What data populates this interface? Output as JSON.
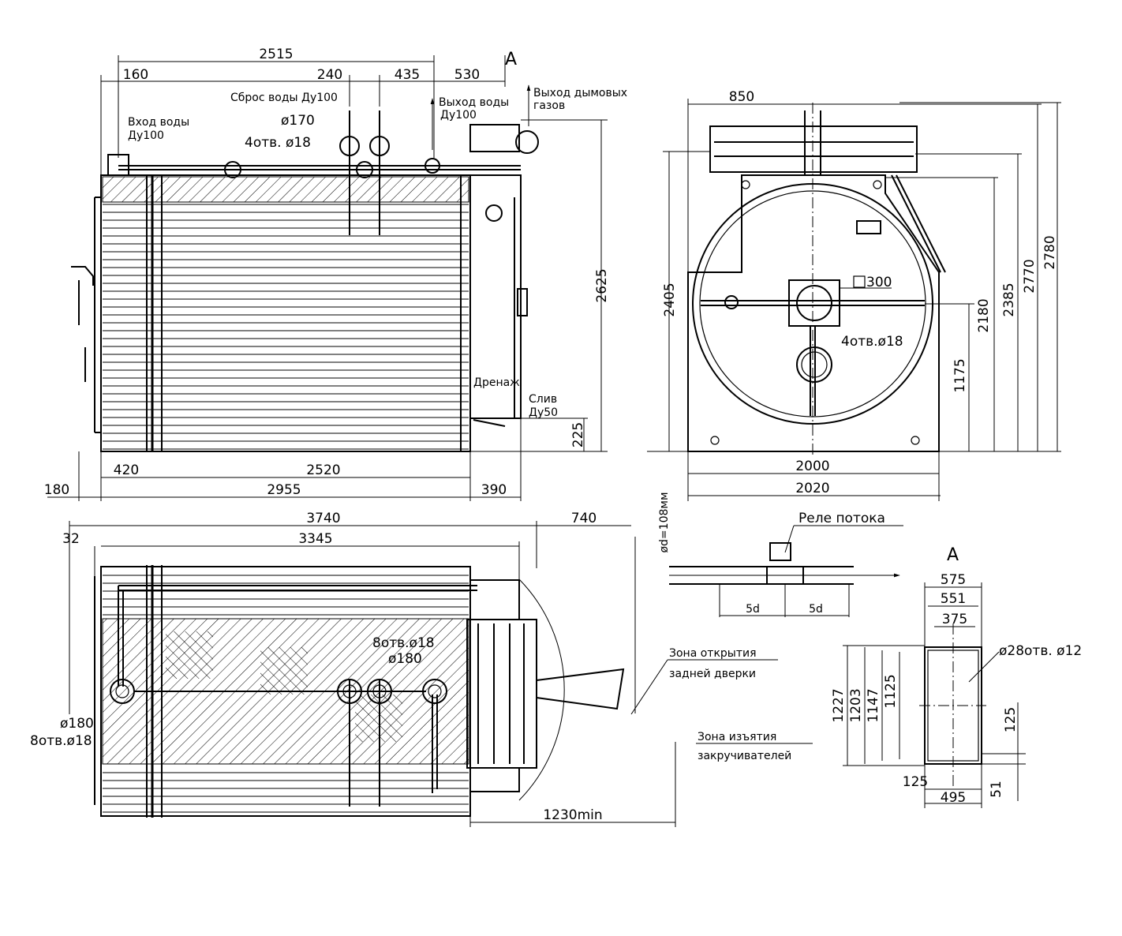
{
  "dims_top": {
    "d2515": "2515",
    "d160": "160",
    "d240": "240",
    "d435": "435",
    "d530": "530",
    "d420": "420",
    "d2520": "2520",
    "d180": "180",
    "d2955": "2955",
    "d390": "390",
    "d2625": "2625",
    "d225": "225"
  },
  "labels_top": {
    "water_in_1": "Вход воды",
    "water_in_2": "Ду100",
    "water_drop": "Сброс воды Ду100",
    "d170": "ø170",
    "holes18": "4отв. ø18",
    "water_out_1": "Выход воды",
    "water_out_2": "Ду100",
    "flue_1": "Выход дымовых",
    "flue_2": "газов",
    "drain": "Дренаж",
    "discharge_1": "Слив",
    "discharge_2": "Ду50",
    "section_a": "A"
  },
  "dims_front": {
    "d850": "850",
    "d2405": "2405",
    "d2180": "2180",
    "d2385": "2385",
    "d2770": "2770",
    "d2780": "2780",
    "d1175": "1175",
    "d2000": "2000",
    "d2020": "2020",
    "sq300": "300",
    "holes": "4отв.ø18"
  },
  "dims_plan": {
    "d3740": "3740",
    "d740": "740",
    "d32": "32",
    "d3345": "3345",
    "holes8_1": "8отв.ø18",
    "d180_1": "ø180",
    "d180_2": "ø180",
    "holes8_2": "8отв.ø18",
    "d1230": "1230min"
  },
  "labels_plan": {
    "zone_door_1": "Зона открытия",
    "zone_door_2": "задней дверки",
    "zone_tube_1": "Зона изъятия",
    "zone_tube_2": "закручивателей"
  },
  "relay": {
    "title": "Реле потока",
    "dia": "ød=108мм",
    "d5a": "5d",
    "d5b": "5d"
  },
  "section": {
    "title": "A",
    "d575": "575",
    "d551": "551",
    "d375": "375",
    "holes": "ø28отв. ø12",
    "d1227": "1227",
    "d1203": "1203",
    "d1147": "1147",
    "d1125": "1125",
    "d125v": "125",
    "d125h": "125",
    "d495": "495",
    "d51": "51"
  }
}
